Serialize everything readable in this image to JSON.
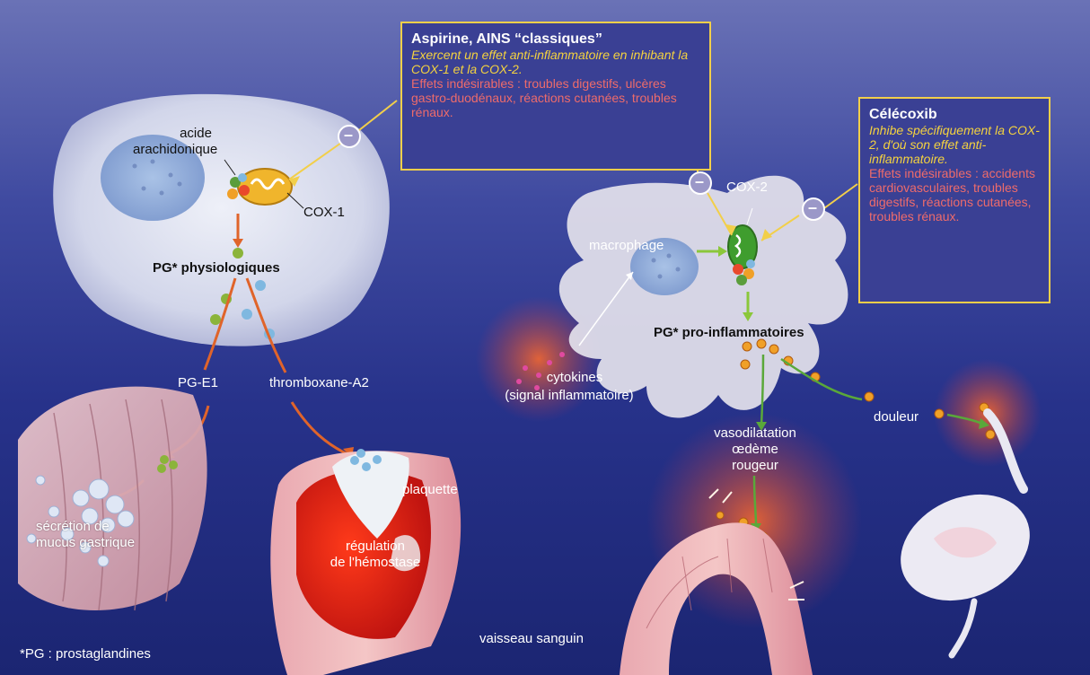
{
  "boxes": {
    "aspirine": {
      "title": "Aspirine, AINS “classiques”",
      "effect": "Exercent un effet anti-inflammatoire en inhibant la COX-1 et la COX-2.",
      "side_effects": "Effets indésirables : troubles digestifs, ulcères gastro-duodénaux, réactions cutanées, troubles rénaux."
    },
    "celecoxib": {
      "title": "Célécoxib",
      "effect": "Inhibe spécifiquement la COX-2, d'où son effet anti-inflammatoire.",
      "side_effects": "Effets indésirables : accidents cardiovasculaires, troubles digestifs, réactions cutanées, troubles rénaux."
    }
  },
  "labels": {
    "acide": "acide",
    "arachidonique": "arachidonique",
    "cox1": "COX-1",
    "pg_physio": "PG* physiologiques",
    "pge1": "PG-E1",
    "thromboxane": "thromboxane-A2",
    "secretion_1": "sécrétion de",
    "secretion_2": "mucus gastrique",
    "plaquette": "plaquette",
    "regulation_1": "régulation",
    "regulation_2": "de l'hémostase",
    "cox2": "COX-2",
    "macrophage": "macrophage",
    "pg_pro": "PG* pro-inflammatoires",
    "cytokines_1": "cytokines",
    "cytokines_2": "(signal inflammatoire)",
    "vaso_1": "vasodilatation",
    "vaso_2": "œdème",
    "vaso_3": "rougeur",
    "douleur": "douleur",
    "vaisseau": "vaisseau sanguin",
    "footnote": "*PG : prostaglandines",
    "minus": "–"
  },
  "colors": {
    "box_border": "#f2cf4a",
    "box_fill": "#3a4094",
    "yellow_text": "#f4d23f",
    "red_text": "#ee6b6b",
    "arrow_orange": "#e0642a",
    "arrow_green": "#5aa83a"
  }
}
